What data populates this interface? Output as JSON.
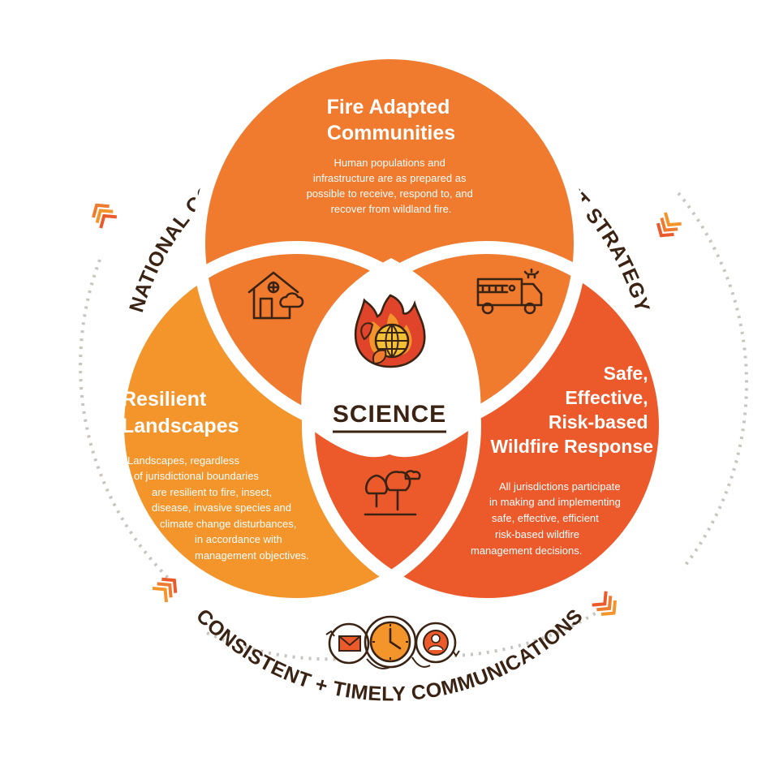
{
  "top_arc_title": "NATIONAL COHESIVE WILDLAND FIRE MANAGEMENT STRATEGY",
  "bottom_arc_title": "CONSISTENT + TIMELY COMMUNICATIONS",
  "center_label": "SCIENCE",
  "sections": {
    "fire_adapted": {
      "title_lines": [
        "Fire Adapted",
        "Communities"
      ],
      "desc_lines": [
        "Human populations and",
        "infrastructure are as prepared as",
        "possible to receive, respond to, and",
        "recover from wildland fire."
      ]
    },
    "resilient": {
      "title_lines": [
        "Resilient",
        "Landscapes"
      ],
      "desc_lines": [
        "Landscapes, regardless",
        "of jurisdictional boundaries",
        "are resilient to fire, insect,",
        "disease, invasive species and",
        "climate change disturbances,",
        "in accordance with",
        "management objectives."
      ]
    },
    "safe": {
      "title_lines": [
        "Safe,",
        "Effective,",
        "Risk-based",
        "Wildfire Response"
      ],
      "desc_lines": [
        "All jurisdictions participate",
        "in making and implementing",
        "safe, effective, efficient",
        "risk-based wildfire",
        "management decisions."
      ]
    }
  },
  "icons": [
    "house-icon",
    "fire-truck-icon",
    "trees-icon",
    "globe-flame-icon",
    "envelope-icon",
    "clock-icon",
    "person-icon",
    "chevron-arrows-icon"
  ],
  "colors": {
    "top_circle": "#f07a2d",
    "left_circle": "#f4952c",
    "right_circle": "#ec5a2b",
    "dark_text": "#3b2314",
    "dotted_ring": "#c8c4bf"
  }
}
